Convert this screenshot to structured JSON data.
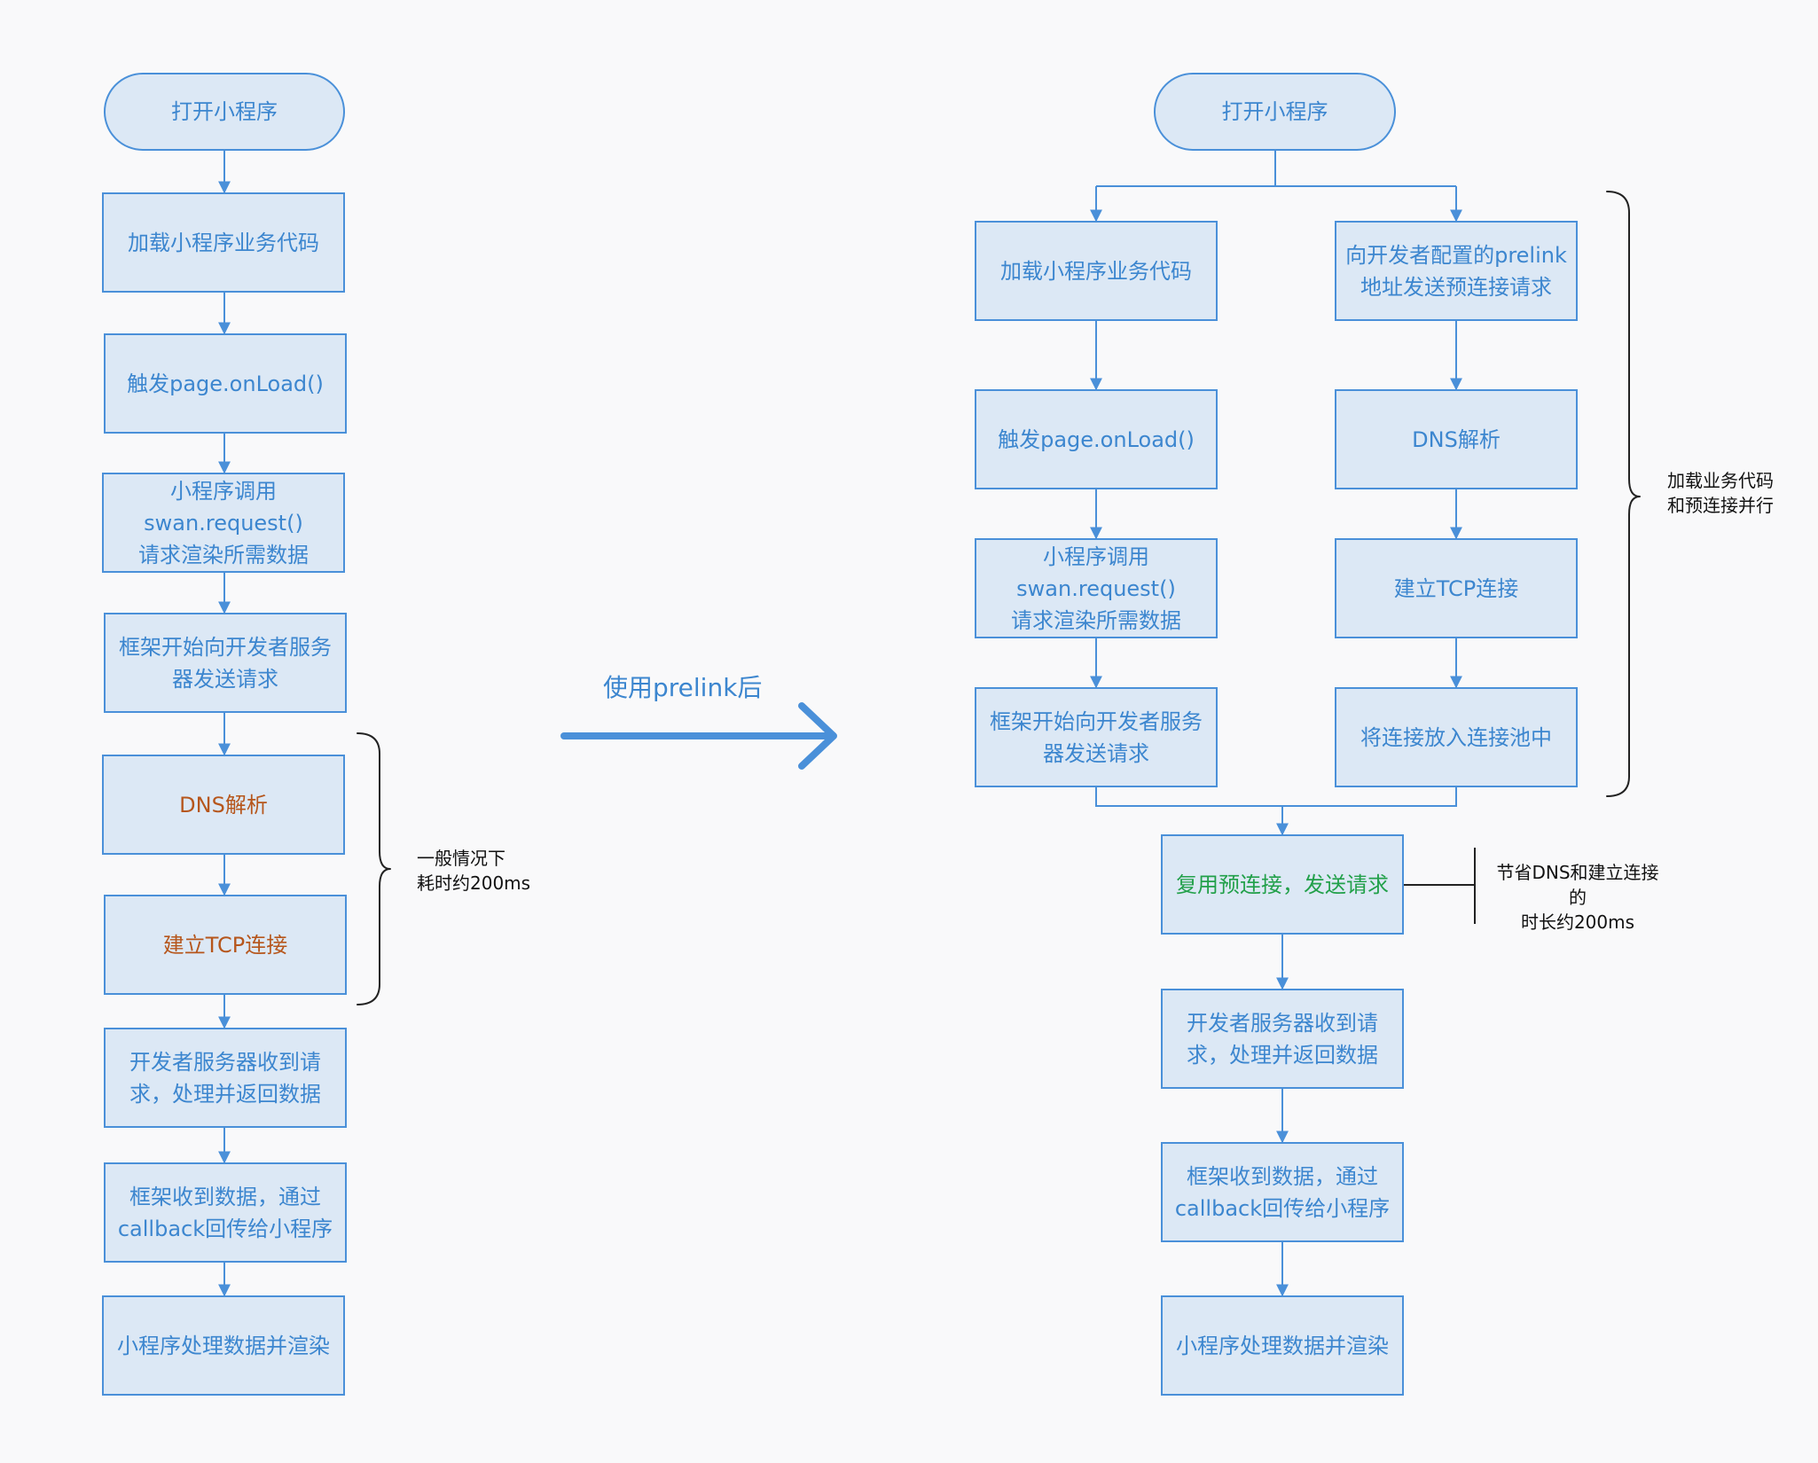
{
  "left": {
    "start": "打开小程序",
    "load_code": "加载小程序业务代码",
    "trigger_onload": "触发page.onLoad()",
    "call_request": "小程序调用\nswan.request()\n请求渲染所需数据",
    "framework_send": "框架开始向开发者服务\n器发送请求",
    "dns": "DNS解析",
    "tcp": "建立TCP连接",
    "server_receive": "开发者服务器收到请\n求，处理并返回数据",
    "framework_receive": "框架收到数据，通过\ncallback回传给小程序",
    "render": "小程序处理数据并渲染",
    "note_brace": "一般情况下\n耗时约200ms"
  },
  "middle": {
    "label": "使用prelink后"
  },
  "right": {
    "start": "打开小程序",
    "load_code": "加载小程序业务代码",
    "trigger_onload": "触发page.onLoad()",
    "call_request": "小程序调用\nswan.request()\n请求渲染所需数据",
    "framework_send": "框架开始向开发者服务\n器发送请求",
    "prelink_request": "向开发者配置的prelink\n地址发送预连接请求",
    "dns": "DNS解析",
    "tcp": "建立TCP连接",
    "pool": "将连接放入连接池中",
    "reuse": "复用预连接，发送请求",
    "server_receive": "开发者服务器收到请\n求，处理并返回数据",
    "framework_receive": "框架收到数据，通过\ncallback回传给小程序",
    "render": "小程序处理数据并渲染",
    "note_parallel": "加载业务代码\n和预连接并行",
    "note_saved": "节省DNS和建立连接的\n时长约200ms"
  },
  "colors": {
    "box_fill": "#dce8f5",
    "box_border": "#4a90d9",
    "box_text": "#3c86cf",
    "warn_text": "#b6561c",
    "good_text": "#22a04a",
    "connector": "#4a90d9",
    "background": "#f9f9fa"
  }
}
